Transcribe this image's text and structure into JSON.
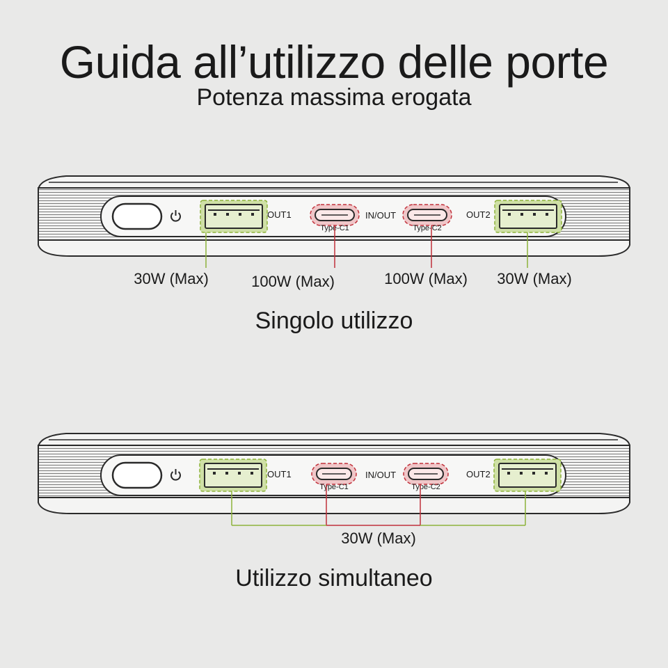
{
  "title": "Guida all’utilizzo delle porte",
  "subtitle": "Potenza massima erogata",
  "port_labels": {
    "out1": "OUT1",
    "in_out": "IN/OUT",
    "out2": "OUT2",
    "type_c1": "Type-C1",
    "type_c2": "Type-C2"
  },
  "single_use": {
    "caption": "Singolo utilizzo",
    "out1_power": "30W (Max)",
    "c1_power": "100W (Max)",
    "c2_power": "100W (Max)",
    "out2_power": "30W (Max)"
  },
  "simultaneous_use": {
    "caption": "Utilizzo simultaneo",
    "combined_power": "30W (Max)"
  },
  "colors": {
    "background": "#e9e9e8",
    "usb_a_highlight": "#cfe0a6",
    "usb_a_line": "#8db33a",
    "usb_c_highlight": "#f0c6c8",
    "usb_c_line": "#c0303a"
  },
  "icons": [
    "power-icon"
  ]
}
